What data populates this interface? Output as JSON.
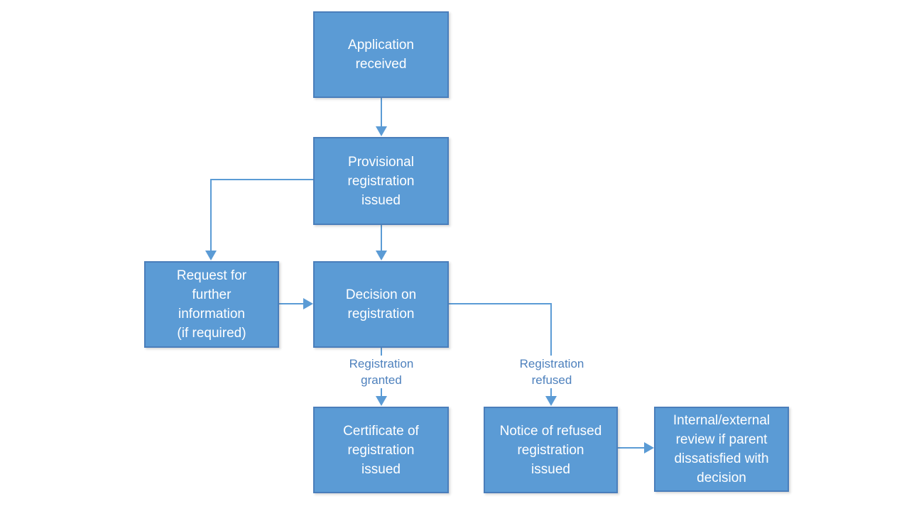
{
  "diagram": {
    "type": "flowchart",
    "background": "#ffffff",
    "colors": {
      "node_fill": "#5B9BD5",
      "node_border": "#4A7EBB",
      "node_text": "#FFFFFF",
      "connector": "#5B9BD5",
      "edge_label_text": "#4E81BD"
    },
    "nodes": [
      {
        "id": "application-received",
        "label": "Application\nreceived"
      },
      {
        "id": "provisional-registration-issued",
        "label": "Provisional\nregistration\nissued"
      },
      {
        "id": "request-further-information",
        "label": "Request for\nfurther\ninformation\n(if required)"
      },
      {
        "id": "decision-on-registration",
        "label": "Decision on\nregistration"
      },
      {
        "id": "certificate-of-registration-issued",
        "label": "Certificate of\nregistration\nissued"
      },
      {
        "id": "notice-of-refused-registration-issued",
        "label": "Notice of refused\nregistration\nissued"
      },
      {
        "id": "internal-external-review",
        "label": "Internal/external\nreview if parent\ndissatisfied with\ndecision"
      }
    ],
    "edge_labels": [
      {
        "id": "registration-granted",
        "label": "Registration\ngranted"
      },
      {
        "id": "registration-refused",
        "label": "Registration\nrefused"
      }
    ],
    "edges": [
      {
        "from": "application-received",
        "to": "provisional-registration-issued",
        "label": ""
      },
      {
        "from": "provisional-registration-issued",
        "to": "request-further-information",
        "label": ""
      },
      {
        "from": "provisional-registration-issued",
        "to": "decision-on-registration",
        "label": ""
      },
      {
        "from": "request-further-information",
        "to": "decision-on-registration",
        "label": ""
      },
      {
        "from": "decision-on-registration",
        "to": "certificate-of-registration-issued",
        "label": "Registration granted"
      },
      {
        "from": "decision-on-registration",
        "to": "notice-of-refused-registration-issued",
        "label": "Registration refused"
      },
      {
        "from": "notice-of-refused-registration-issued",
        "to": "internal-external-review",
        "label": ""
      }
    ]
  }
}
